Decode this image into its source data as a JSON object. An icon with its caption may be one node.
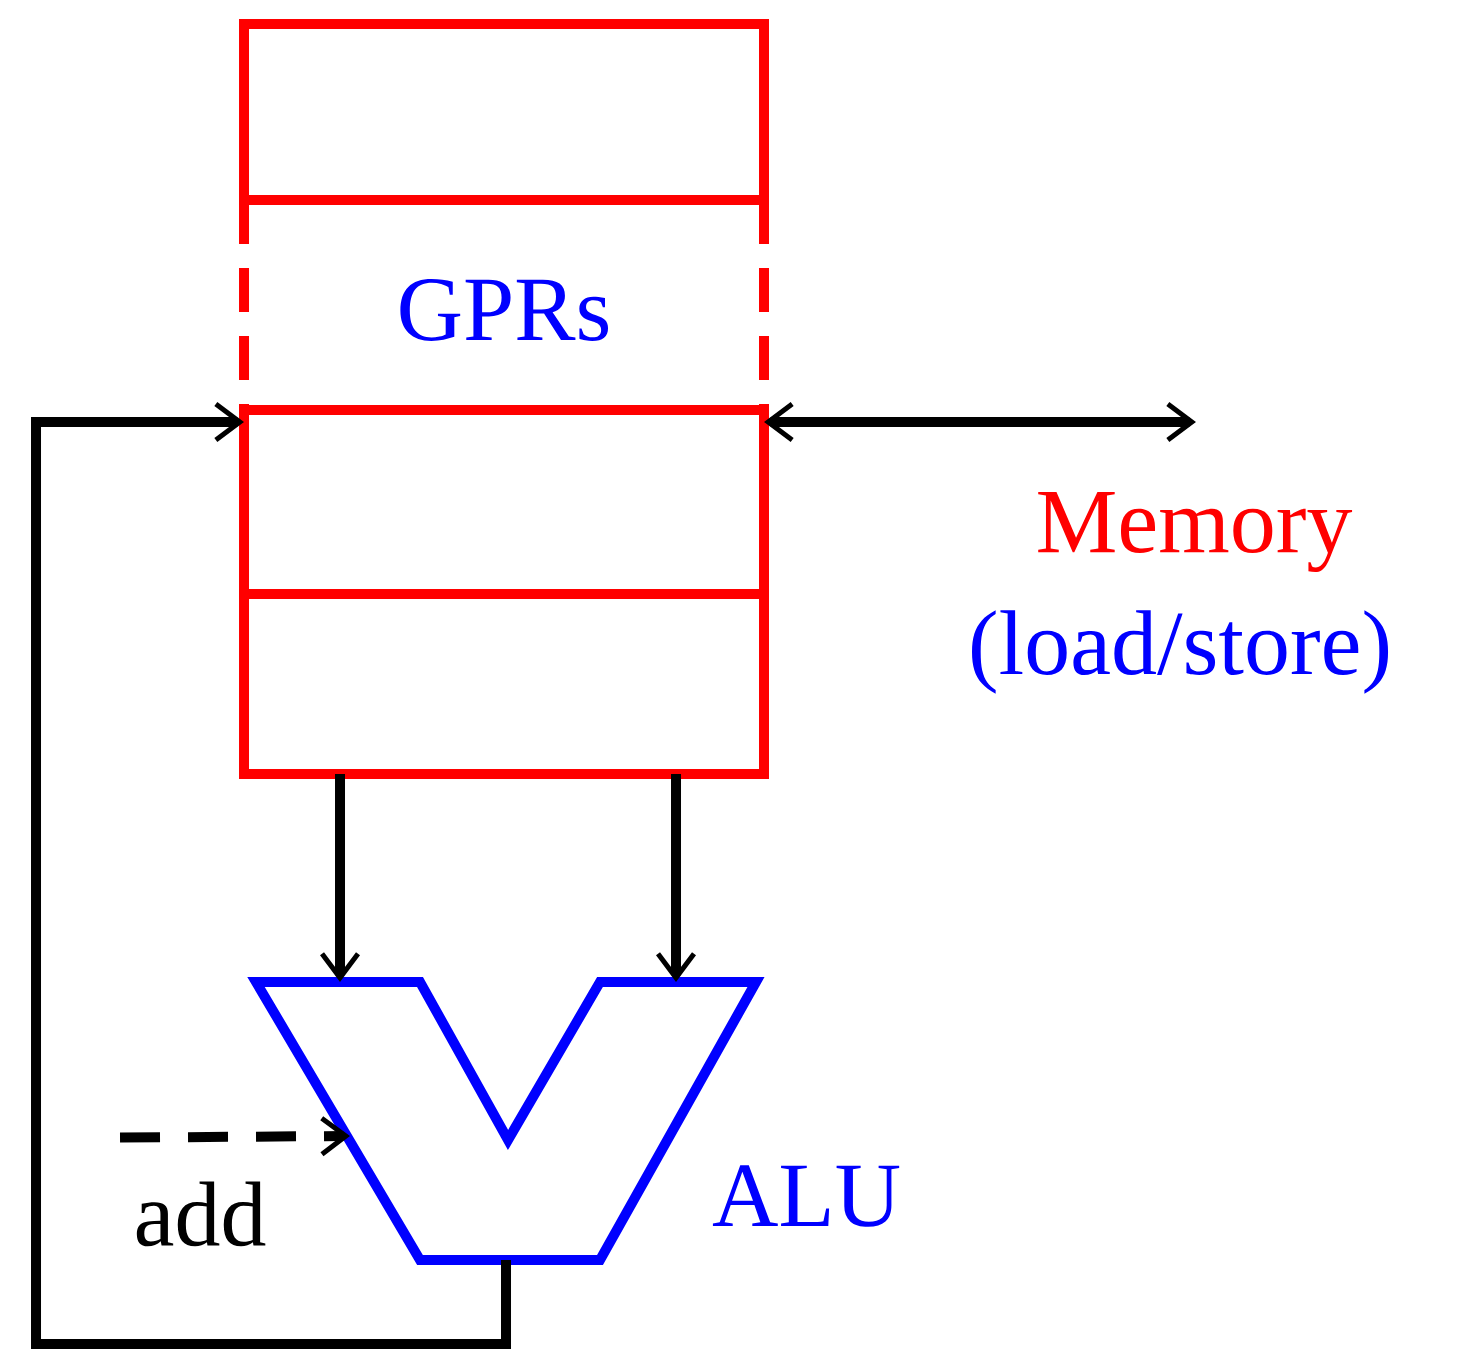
{
  "diagram": {
    "nodes": [
      {
        "text": [
          "GPRs"
        ]
      },
      {
        "text": [],
        "shape": "box"
      },
      {
        "text": [],
        "shape": "box"
      },
      {
        "text": [],
        "shape": "box"
      },
      {
        "text": [
          "ALU"
        ]
      },
      {
        "text": [
          "add"
        ]
      }
    ],
    "edges": [
      {
        "from": 3,
        "to": 4,
        "arrow": "to"
      },
      {
        "from": 3,
        "to": 4,
        "arrow": "to"
      },
      {
        "from": 4,
        "to": 2,
        "arrow": "to"
      },
      {
        "from": 2,
        "to": null,
        "arrow": "both"
      },
      {
        "from": 5,
        "to": 4,
        "arrow": "to",
        "style": "dashed"
      }
    ],
    "labels": [
      "Memory",
      "(load/store)"
    ]
  }
}
